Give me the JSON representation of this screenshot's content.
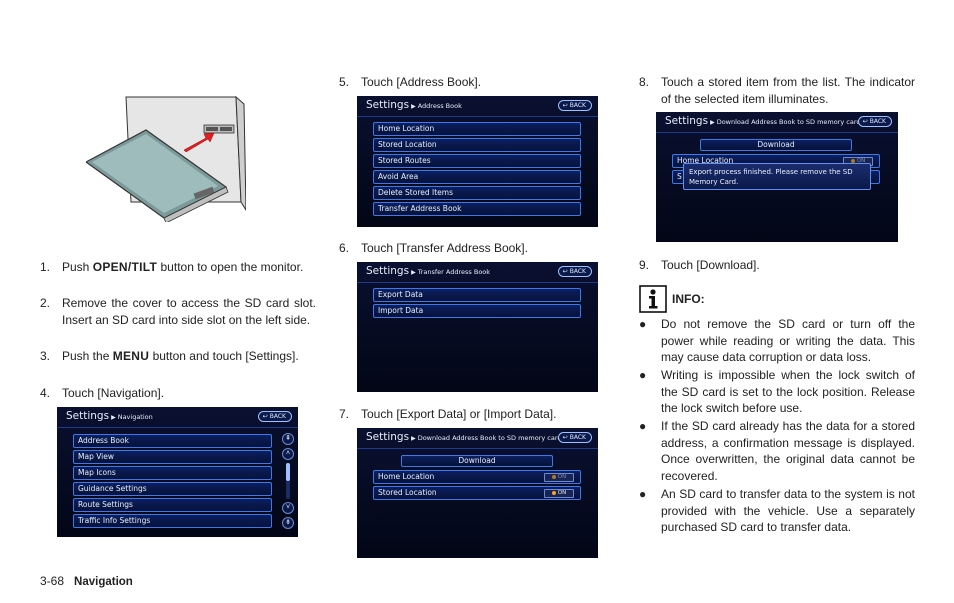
{
  "steps": {
    "s1": {
      "num": "1.",
      "pre": "Push ",
      "key": "OPEN/TILT",
      "post": " button to open the monitor."
    },
    "s2": {
      "num": "2.",
      "text": "Remove the cover to access the SD card slot. Insert an SD card into side slot on the left side."
    },
    "s3": {
      "num": "3.",
      "pre": "Push the ",
      "key": "MENU",
      "post": " button and touch [Settings]."
    },
    "s4": {
      "num": "4.",
      "text": "Touch [Navigation]."
    },
    "s5": {
      "num": "5.",
      "text": "Touch [Address Book]."
    },
    "s6": {
      "num": "6.",
      "text": "Touch [Transfer Address Book]."
    },
    "s7": {
      "num": "7.",
      "text": "Touch [Export Data] or [Import Data]."
    },
    "s8": {
      "num": "8.",
      "text": "Touch a stored item from the list. The indicator of the selected item illuminates."
    },
    "s9": {
      "num": "9.",
      "text": "Touch [Download]."
    }
  },
  "screens": {
    "nav": {
      "title": "Settings",
      "crumb": "Navigation",
      "back": "BACK",
      "items": [
        "Address Book",
        "Map View",
        "Map Icons",
        "Guidance Settings",
        "Route Settings",
        "Traffic Info Settings"
      ]
    },
    "address_book": {
      "title": "Settings",
      "crumb": "Address Book",
      "back": "BACK",
      "items": [
        "Home Location",
        "Stored Location",
        "Stored Routes",
        "Avoid Area",
        "Delete Stored Items",
        "Transfer Address Book"
      ]
    },
    "transfer": {
      "title": "Settings",
      "crumb": "Transfer Address Book",
      "back": "BACK",
      "items": [
        "Export Data",
        "Import Data"
      ]
    },
    "download": {
      "title": "Settings",
      "crumb": "Download Address Book to SD memory card",
      "back": "BACK",
      "download": "Download",
      "items": [
        {
          "label": "Home Location",
          "state": "ON"
        },
        {
          "label": "Stored Location",
          "state": "ON"
        }
      ]
    },
    "finished": {
      "title": "Settings",
      "crumb": "Download Address Book to SD memory card",
      "back": "BACK",
      "download": "Download",
      "behind_label": "Home Location",
      "behind_state": "ON",
      "behind_letter": "S",
      "popup": "Export process finished. Please remove the SD Memory Card."
    }
  },
  "info": {
    "label": "INFO:",
    "bullets": [
      "Do not remove the SD card or turn off the power while reading or writing the data. This may cause data corruption or data loss.",
      "Writing is impossible when the lock switch of the SD card is set to the lock position. Release the lock switch before use.",
      "If the SD card already has the data for a stored address, a confirmation message is displayed. Once overwritten, the original data cannot be recovered.",
      "An SD card to transfer data to the system is not provided with the vehicle. Use a separately purchased SD card to transfer data."
    ]
  },
  "footer": {
    "page": "3-68",
    "section": "Navigation"
  },
  "colors": {
    "screen_bg": "#03081e",
    "button_border": "#3f78e8",
    "indicator": "#f5a623"
  }
}
